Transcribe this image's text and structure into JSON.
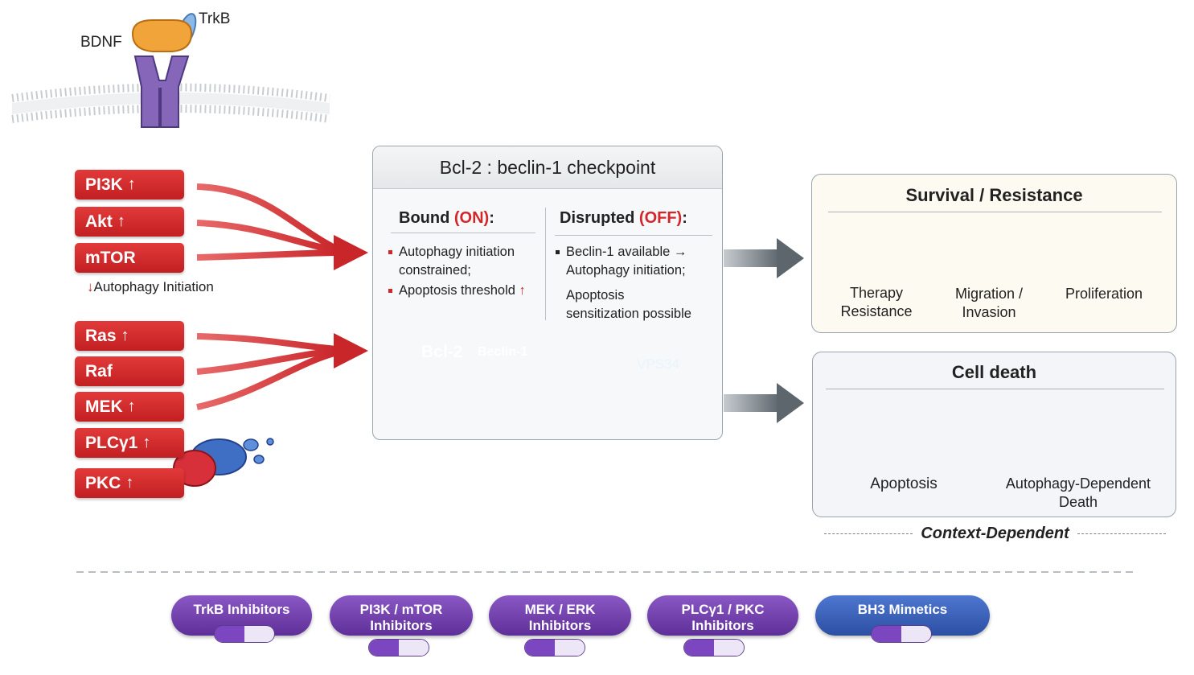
{
  "membrane": {
    "ligand_label": "BDNF",
    "receptor_label": "TrkB"
  },
  "pathway_pi3k": {
    "nodes": [
      {
        "name": "PI3K",
        "arrow": "↑"
      },
      {
        "name": "Akt",
        "arrow": "↑"
      },
      {
        "name": "mTOR",
        "arrow": ""
      }
    ],
    "note_arrow": "↓",
    "note_text": "Autophagy Initiation"
  },
  "pathway_mapk": {
    "nodes": [
      {
        "name": "Ras",
        "arrow": "↑"
      },
      {
        "name": "Raf",
        "arrow": ""
      },
      {
        "name": "MEK",
        "arrow": "↑"
      },
      {
        "name": "PLCγ1",
        "arrow": "↑"
      },
      {
        "name": "PKC",
        "arrow": "↑"
      }
    ]
  },
  "checkpoint": {
    "title": "Bcl-2 : beclin-1 checkpoint",
    "bound": {
      "title": "Bound",
      "state": "(ON)",
      "suffix": ":",
      "line1a": "Autophagy initiation",
      "line1b": "constrained;",
      "line2": "Apoptosis threshold",
      "line2_arrow": "↑"
    },
    "disrupted": {
      "title": "Disrupted",
      "state": "(OFF)",
      "suffix": ":",
      "line1a": "Beclin-1 available →",
      "line1b": "Autophagy initiation;",
      "line2a": "Apoptosis",
      "line2b": "sensitization possible"
    },
    "protein_bcl2": "Bcl-2",
    "protein_beclin": "Beclin-1",
    "protein_vps34": "VPS34"
  },
  "survival": {
    "title": "Survival / Resistance",
    "items": [
      {
        "line1": "Therapy",
        "line2": "Resistance"
      },
      {
        "line1": "Migration /",
        "line2": "Invasion"
      },
      {
        "line1": "Proliferation",
        "line2": ""
      }
    ]
  },
  "death": {
    "title": "Cell death",
    "items": [
      {
        "line1": "Apoptosis",
        "line2": ""
      },
      {
        "line1": "Autophagy-Dependent",
        "line2": "Death"
      }
    ]
  },
  "context_label": "Context-Dependent",
  "therapies": [
    {
      "line1": "TrkB Inhibitors",
      "line2": ""
    },
    {
      "line1": "PI3K / mTOR",
      "line2": "Inhibitors"
    },
    {
      "line1": "MEK / ERK",
      "line2": "Inhibitors"
    },
    {
      "line1": "PLCγ1 / PKC",
      "line2": "Inhibitors"
    },
    {
      "line1": "BH3 Mimetics",
      "line2": ""
    }
  ],
  "colors": {
    "pathway_red": "#c9262a",
    "therapy_purple": "#6b3aa8",
    "therapy_blue": "#3a5fb8",
    "state_red": "#d2262a"
  }
}
